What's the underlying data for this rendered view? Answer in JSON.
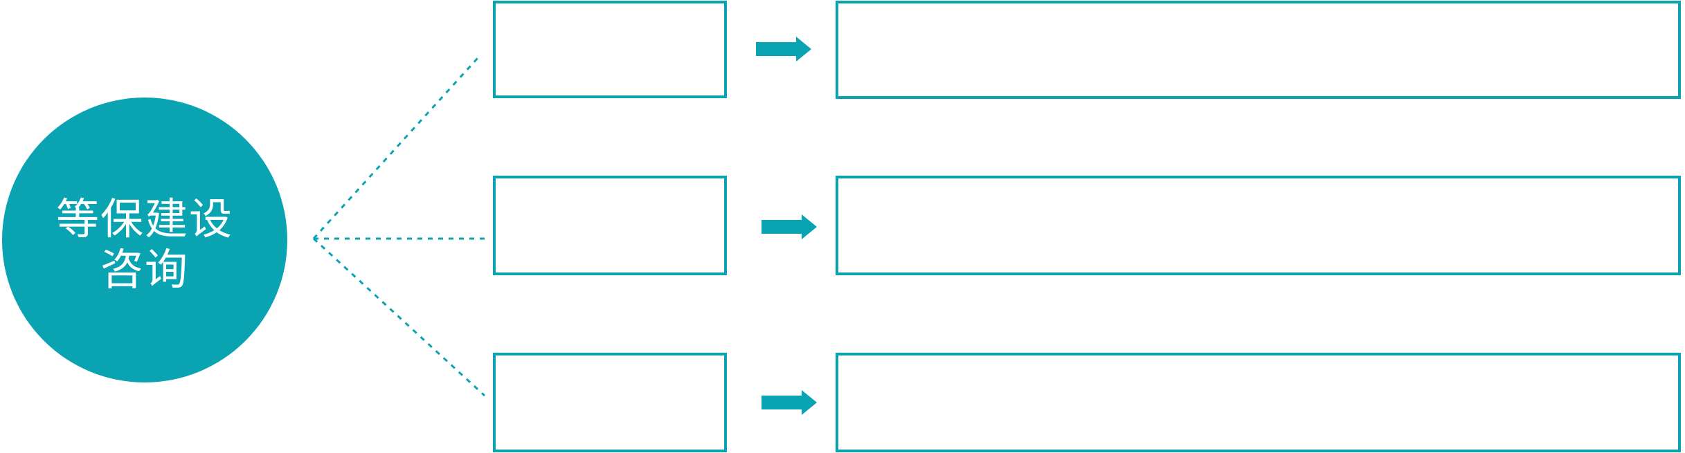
{
  "colors": {
    "accent_teal": "#09a3b2",
    "text_on_accent": "#ffffff",
    "background": "#ffffff"
  },
  "root_node": {
    "line1": "等保建设",
    "line2": "咨询"
  },
  "icons": {
    "flow_arrow": "arrow-right"
  },
  "rows": [
    {
      "branch_label": "",
      "detail_label": ""
    },
    {
      "branch_label": "",
      "detail_label": ""
    },
    {
      "branch_label": "",
      "detail_label": ""
    }
  ]
}
